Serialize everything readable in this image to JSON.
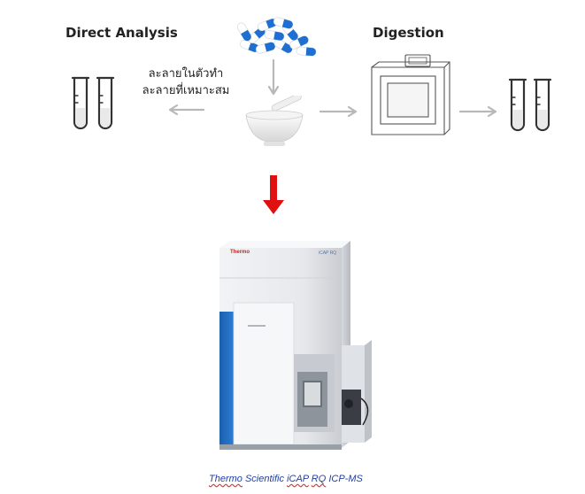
{
  "labels": {
    "direct_analysis": "Direct Analysis",
    "digestion": "Digestion",
    "solvent_line1": "ละลายในตัวทำ",
    "solvent_line2": "ละลายที่เหมาะสม"
  },
  "instrument": {
    "brand": "Thermo",
    "model": "iCAP RQ"
  },
  "caption": {
    "word1": "Thermo",
    "word2": "Scientific",
    "word3": "iCAP",
    "word4": "RQ",
    "word5": "ICP-MS"
  },
  "colors": {
    "arrow_gray": "#b8b8b8",
    "arrow_red": "#e01010",
    "capsule_blue": "#1f6fd1",
    "caption_blue": "#1f3fa8"
  },
  "icons": [
    "test-tubes-icon",
    "capsules-icon",
    "mortar-pestle-icon",
    "digestion-oven-icon",
    "icp-ms-instrument"
  ]
}
